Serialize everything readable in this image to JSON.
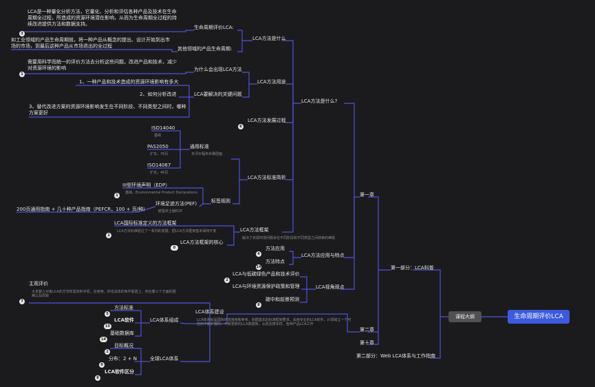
{
  "root": "生命周期评价LCA",
  "outline": "课程大纲",
  "part1": "第一部分：LCA科普",
  "part2": "第二部分：Web LCA体系与工作指南",
  "ch1": "第一章",
  "ch2": "第二章",
  "ch10": "第十章",
  "what": "LCA方法是什么?",
  "lca_what": "LCA方法是什么",
  "lca_use": "LCA方法用途",
  "lca_dev": "LCA方法发展过程",
  "lca_std": "LCA方法标准简析",
  "lca_frame": "LCA方法框架",
  "lca_app": "LCA方法应用与特点",
  "lca_view": "LCA视角观点",
  "lca_system": "LCA体系建设",
  "def_label": "生命周期评价LCA:",
  "def_text": "LCA是一种量化分析方法，它量化、分析和评估各种产品及技术在生命周期全过程，所造成的资源环境潜在影响，从而为生命周期全过程的持续改进提供方法和数据支持。",
  "other_label": "其他领域的产品生命周期:",
  "other_text": "如工业领域的产品生命周期就，将一种产品从概念的提出、设计开始到出市场的市场，到最后这种产品从市场退出的全过程",
  "why_label": "为什么会出现LCA方法",
  "why_text": "需要用科学而统一的评价方法去分析这些问题，改进产品和技术，减少对资源环境的影响",
  "key_label": "LCA要解决的关键问题",
  "q1": "1、一种产品和技术造成的资源环境影响有多大",
  "q2": "2、如何分析改进",
  "q3": "3、替代改进方案的资源环境影响发生在不同阶段、不同类型之间时，哪种方案更好",
  "iso14040": "ISO14040",
  "iso14040_note": "基础",
  "pas2050": "PAS2050",
  "pas2050_note": "扩充，76页",
  "iso14067": "ISO14067",
  "iso14067_note": "扩充，46页",
  "general_std": "通用标准",
  "general_note": "本评价程序步骤层面",
  "label_std": "标签规则",
  "epd": "III型环境声明（EDP）",
  "epd_note": "基础，Environmental Product Declarations",
  "pef": "环境足迹方法(PEF)",
  "pef_note": "欧盟本土版EDP",
  "pef_text": "200页通用指南 + 几十种产品指南（PEFCR，100 + 页/种）",
  "intl_frame": "LCA国际标准定义的方法框架",
  "intl_note": "LCA方法标准经过了一系列的发展，把LCA方法框架基本保持不变",
  "core": "LCA方法框架的核心",
  "frame_note": "解决了资源环境问题会在不同阶段和不同类型之间转移的难题",
  "app_use": "方法应用",
  "app_feat": "方法特点",
  "view1": "LCA与低碳绿色产品和技术评价",
  "view2": "LCA与环境资源保护政策和管理",
  "view3": "碳中和前景预测",
  "subj": "主观评价",
  "subj_note": "大多数人对各LCA的方法所需资料手机，在使用、你也具体的条件能甚上，存在着三个方面的困难以及原缺",
  "sys_note": "LCA体系就是国际环境常用和参考，依据基本的标准框架要求，采用专业的LCA软件，兴领域立一个可信的不断扩展的，不断更新的LCA数据库，从而支撑多样、各种产品LCA工作",
  "m_std": "方法标准",
  "m_soft": "LCA软件",
  "m_db": "基础数据库",
  "sys_form": "LCA体系组成",
  "g1": "目标概况",
  "g2": "分布：2 + N",
  "g3": "LCA软件区分",
  "global": "全球LCA体系",
  "badges": [
    "3",
    "1",
    "6",
    "1",
    "1",
    "0",
    "4",
    "14",
    "2",
    "8",
    "7",
    "5",
    "15",
    "14",
    "2",
    "9",
    "8"
  ]
}
